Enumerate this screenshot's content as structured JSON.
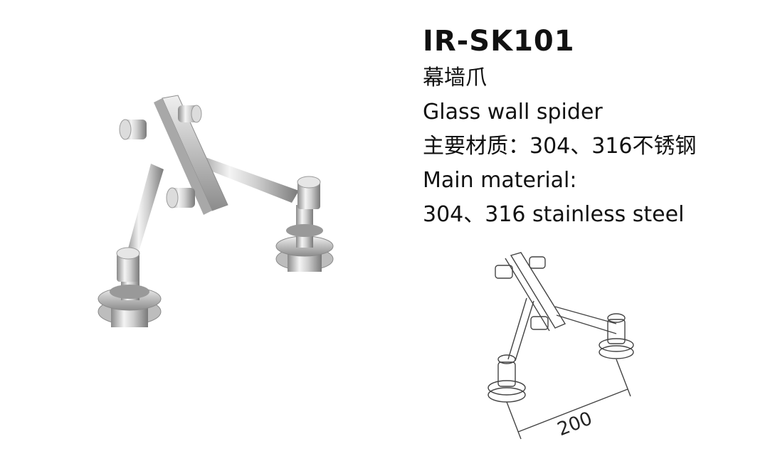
{
  "product": {
    "model": "IR-SK101",
    "name_zh": "幕墙爪",
    "name_en": "Glass wall spider",
    "material_zh": "主要材质：304、316不锈钢",
    "material_en_label": "Main material:",
    "material_en_value": "304、316 stainless steel"
  },
  "drawing": {
    "dimension": "200"
  },
  "colors": {
    "steel_light": "#f2f2f2",
    "steel_mid": "#c9c9c9",
    "steel_dark": "#7d7d7d",
    "line_art": "#444444"
  }
}
